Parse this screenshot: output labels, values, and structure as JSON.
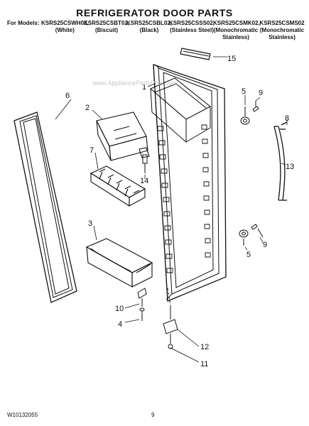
{
  "title": "REFRIGERATOR DOOR PARTS",
  "models_label": "For Models:",
  "models": [
    {
      "code": "KSRS25CSWH02,",
      "finish": "(White)"
    },
    {
      "code": "KSRS25CSBT02,",
      "finish": "(Biscuit)"
    },
    {
      "code": "KSRS25CSBL02,",
      "finish": "(Black)"
    },
    {
      "code": "KSRS25CSSS02,",
      "finish": "(Stainless Steel)"
    },
    {
      "code": "KSRS25CSMK02,",
      "finish": "(Monochromatic Stainless)"
    },
    {
      "code": "KSRS25CSMS02",
      "finish": "(Monochromatic Stainless)"
    }
  ],
  "callouts": [
    "1",
    "2",
    "3",
    "4",
    "5",
    "5",
    "6",
    "7",
    "8",
    "9",
    "9",
    "10",
    "11",
    "12",
    "13",
    "14",
    "15"
  ],
  "footer": {
    "doc_number": "W10132055",
    "page_number": "9"
  },
  "watermark": "www.AppliancePartsPros.com"
}
